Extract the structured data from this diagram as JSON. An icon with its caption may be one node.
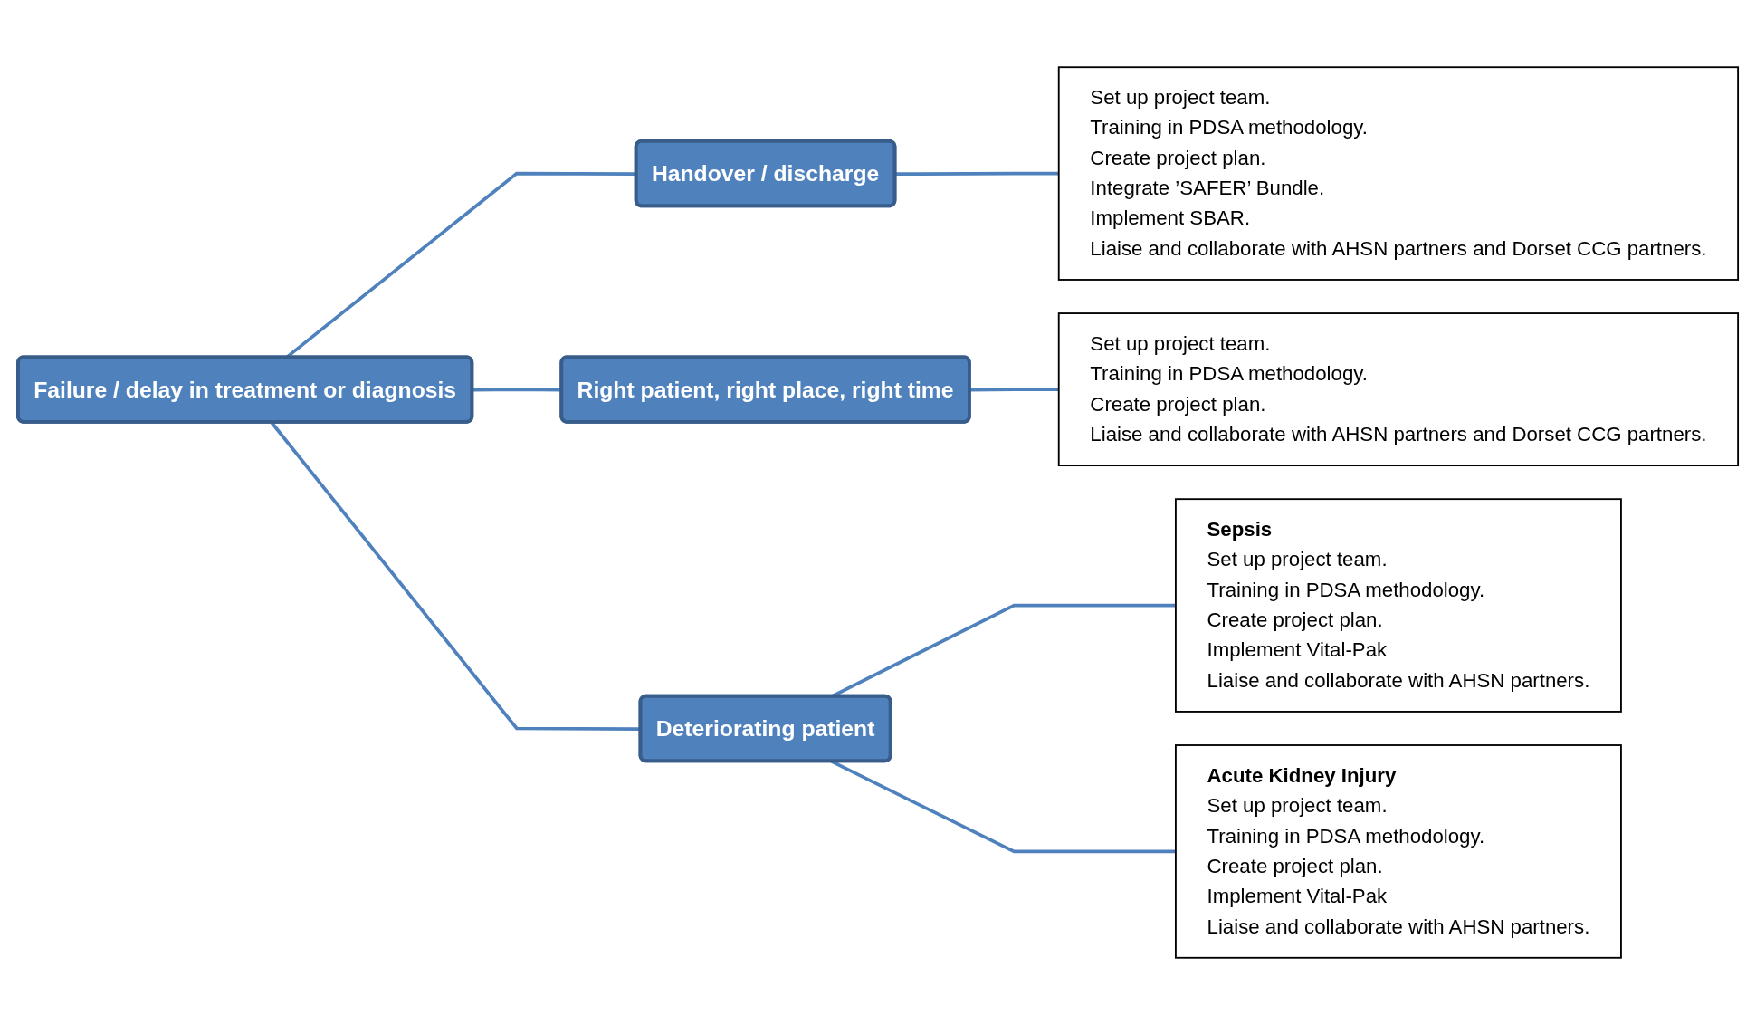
{
  "diagram": {
    "nodes": [
      {
        "text": [
          "Failure / delay in treatment or diagnosis"
        ]
      },
      {
        "text": [
          "Handover / discharge"
        ]
      },
      {
        "text": [
          "Right patient, right place, right time"
        ]
      },
      {
        "text": [
          "Deteriorating patient"
        ]
      },
      {
        "text": [
          "Set up project team.",
          "Training in PDSA methodology.",
          "Create project plan.",
          "Integrate ’SAFER’ Bundle.",
          "Implement SBAR.",
          "Liaise and collaborate with AHSN partners and Dorset CCG partners."
        ]
      },
      {
        "text": [
          "Set up project team.",
          "Training in PDSA methodology.",
          "Create project plan.",
          "Liaise and collaborate with AHSN partners and Dorset CCG partners."
        ]
      },
      {
        "text": [
          "Sepsis",
          "Set up project team.",
          "Training in PDSA methodology.",
          "Create project plan.",
          "Implement Vital-Pak",
          "Liaise and collaborate with AHSN partners."
        ]
      },
      {
        "text": [
          "Acute Kidney Injury",
          "Set up project team.",
          "Training in PDSA methodology.",
          "Create project plan.",
          "Implement Vital-Pak",
          "Liaise and collaborate with AHSN partners."
        ]
      }
    ],
    "edges": [
      {
        "from": 0,
        "to": 1,
        "arrow": "none"
      },
      {
        "from": 0,
        "to": 2,
        "arrow": "none"
      },
      {
        "from": 0,
        "to": 3,
        "arrow": "none"
      },
      {
        "from": 1,
        "to": 4,
        "arrow": "none"
      },
      {
        "from": 2,
        "to": 5,
        "arrow": "none"
      },
      {
        "from": 3,
        "to": 6,
        "arrow": "none"
      },
      {
        "from": 3,
        "to": 7,
        "arrow": "none"
      }
    ]
  }
}
